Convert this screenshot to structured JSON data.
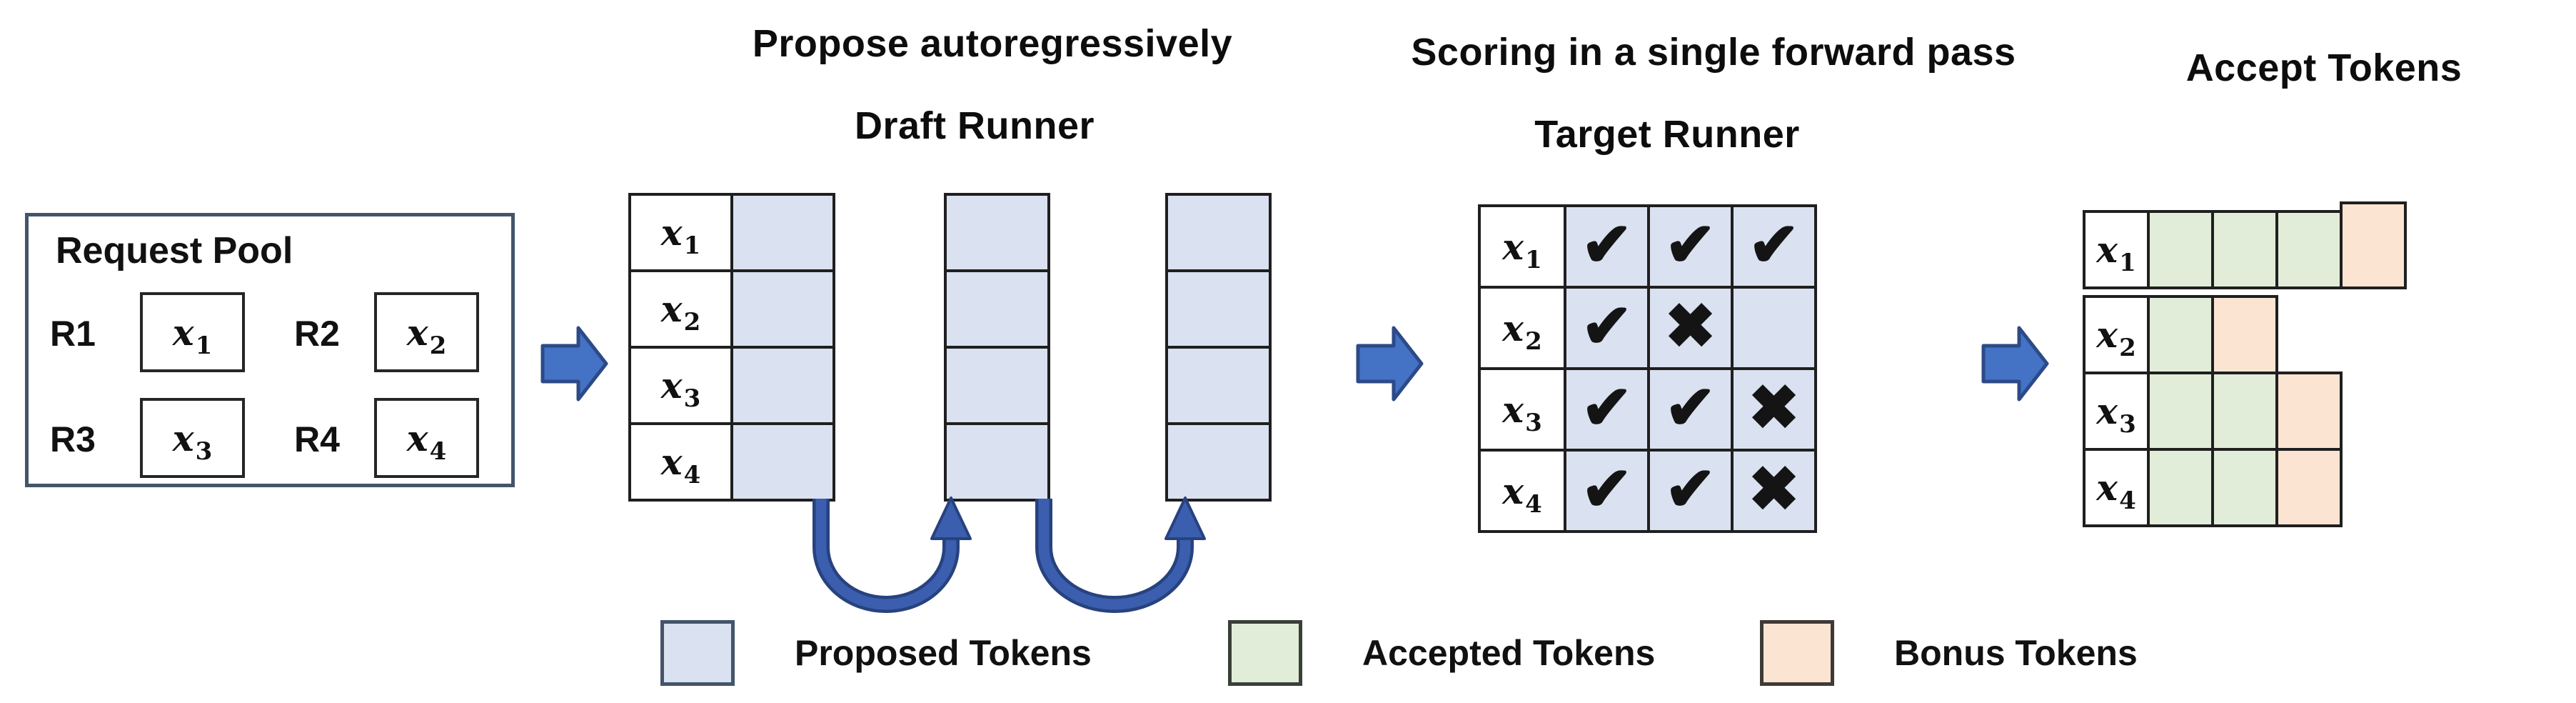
{
  "colors": {
    "proposed": "#dae1f0",
    "accepted": "#e2edd9",
    "bonus": "#fbe5d2",
    "arrowFill": "#4472c4",
    "arrowBorder": "#2c4a87",
    "curveArrow": "#3b5fae",
    "curveArrowOutline": "#27427e",
    "gridBorder": "#1f1f1f",
    "poolBorder": "#44546a",
    "text": "#111111"
  },
  "titles": {
    "propose_step": "Propose autoregressively",
    "draft_runner": "Draft Runner",
    "scoring_step": "Scoring in a single forward pass",
    "target_runner": "Target Runner",
    "accept_step": "Accept Tokens"
  },
  "request_pool": {
    "title": "Request Pool",
    "requests": [
      {
        "id": "R1",
        "token_base": "x",
        "token_sub": "1"
      },
      {
        "id": "R2",
        "token_base": "x",
        "token_sub": "2"
      },
      {
        "id": "R3",
        "token_base": "x",
        "token_sub": "3"
      },
      {
        "id": "R4",
        "token_base": "x",
        "token_sub": "4"
      }
    ]
  },
  "draft": {
    "proposal_columns": 3,
    "rows": [
      {
        "base": "x",
        "sub": "1"
      },
      {
        "base": "x",
        "sub": "2"
      },
      {
        "base": "x",
        "sub": "3"
      },
      {
        "base": "x",
        "sub": "4"
      }
    ]
  },
  "target": {
    "rows": [
      {
        "base": "x",
        "sub": "1"
      },
      {
        "base": "x",
        "sub": "2"
      },
      {
        "base": "x",
        "sub": "3"
      },
      {
        "base": "x",
        "sub": "4"
      }
    ],
    "scores": [
      [
        "✔",
        "✔",
        "✔"
      ],
      [
        "✔",
        "✖",
        ""
      ],
      [
        "✔",
        "✔",
        "✖"
      ],
      [
        "✔",
        "✔",
        "✖"
      ]
    ]
  },
  "accept": {
    "rows": [
      {
        "base": "x",
        "sub": "1",
        "cells": [
          "accepted",
          "accepted",
          "accepted",
          "bonus"
        ]
      },
      {
        "base": "x",
        "sub": "2",
        "cells": [
          "accepted",
          "bonus"
        ]
      },
      {
        "base": "x",
        "sub": "3",
        "cells": [
          "accepted",
          "accepted",
          "bonus"
        ]
      },
      {
        "base": "x",
        "sub": "4",
        "cells": [
          "accepted",
          "accepted",
          "bonus"
        ]
      }
    ]
  },
  "legend": [
    {
      "label": "Proposed Tokens",
      "type": "proposed"
    },
    {
      "label": "Accepted Tokens",
      "type": "accepted"
    },
    {
      "label": "Bonus Tokens",
      "type": "bonus"
    }
  ]
}
